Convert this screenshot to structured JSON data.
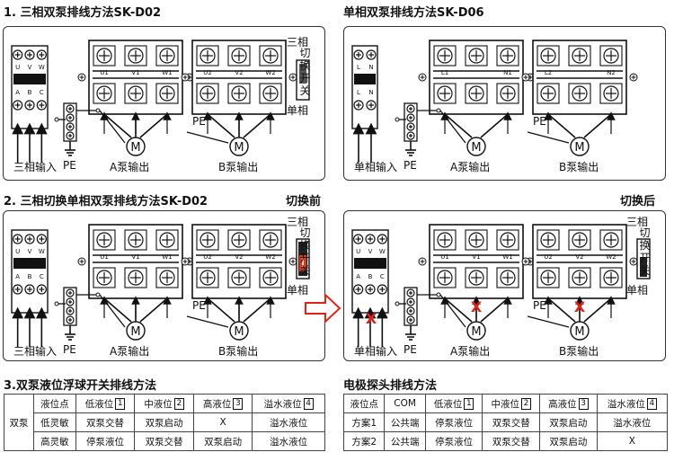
{
  "titles": {
    "s1": "1. 三相双泵排线方法SK-D02",
    "s1r": "单相双泵排线方法SK-D06",
    "s2": "2. 三相切换单相双泵排线方法SK-D02",
    "before": "切换前",
    "after": "切换后",
    "s3": "3.双泵液位浮球开关排线方法",
    "s4": "电极探头排线方法"
  },
  "labels": {
    "three_phase_in": "三相输入",
    "single_phase_in": "单相输入",
    "pe": "PE",
    "pump_a_out": "A泵输出",
    "pump_b_out": "B泵输出",
    "switch_top": "三相",
    "switch_mid": "切换开关",
    "switch_bottom": "单相",
    "motor": "M",
    "x_mark": "X"
  },
  "terminals": {
    "breaker3": [
      "U",
      "V",
      "W"
    ],
    "breaker3b": [
      "A",
      "B",
      "C"
    ],
    "breaker1": [
      "L",
      "N"
    ],
    "breaker1b": [
      "L",
      "N"
    ],
    "a3": [
      "U1",
      "V1",
      "W1"
    ],
    "b3": [
      "U2",
      "V2",
      "W2"
    ],
    "a1": [
      "L1",
      "",
      "N1"
    ],
    "b1": [
      "L2",
      "",
      "N2"
    ]
  },
  "float_table": {
    "row_header": "双泵",
    "header": [
      "液位点",
      "低液位",
      "中液位",
      "高液位",
      "溢水液位"
    ],
    "header_idx": [
      "",
      "1",
      "2",
      "3",
      "4"
    ],
    "rows": [
      [
        "低灵敏",
        "双泵交替",
        "双泵启动",
        "X",
        "溢水液位"
      ],
      [
        "高灵敏",
        "停泵液位",
        "双泵交替",
        "双泵启动",
        "溢水液位"
      ]
    ]
  },
  "probe_table": {
    "header": [
      "液位点",
      "COM",
      "低液位",
      "中液位",
      "高液位",
      "溢水液位"
    ],
    "header_idx": [
      "",
      "",
      "1",
      "2",
      "3",
      "4"
    ],
    "rows": [
      [
        "方案1",
        "公共端",
        "停泵液位",
        "双泵交替",
        "双泵启动",
        "溢水液位"
      ],
      [
        "方案2",
        "公共端",
        "停泵液位",
        "双泵交替",
        "双泵启动",
        "X"
      ]
    ]
  },
  "colors": {
    "x_mark": "#e0231a",
    "switch_red": "#d93a1a",
    "arrow_red": "#e0231a"
  }
}
